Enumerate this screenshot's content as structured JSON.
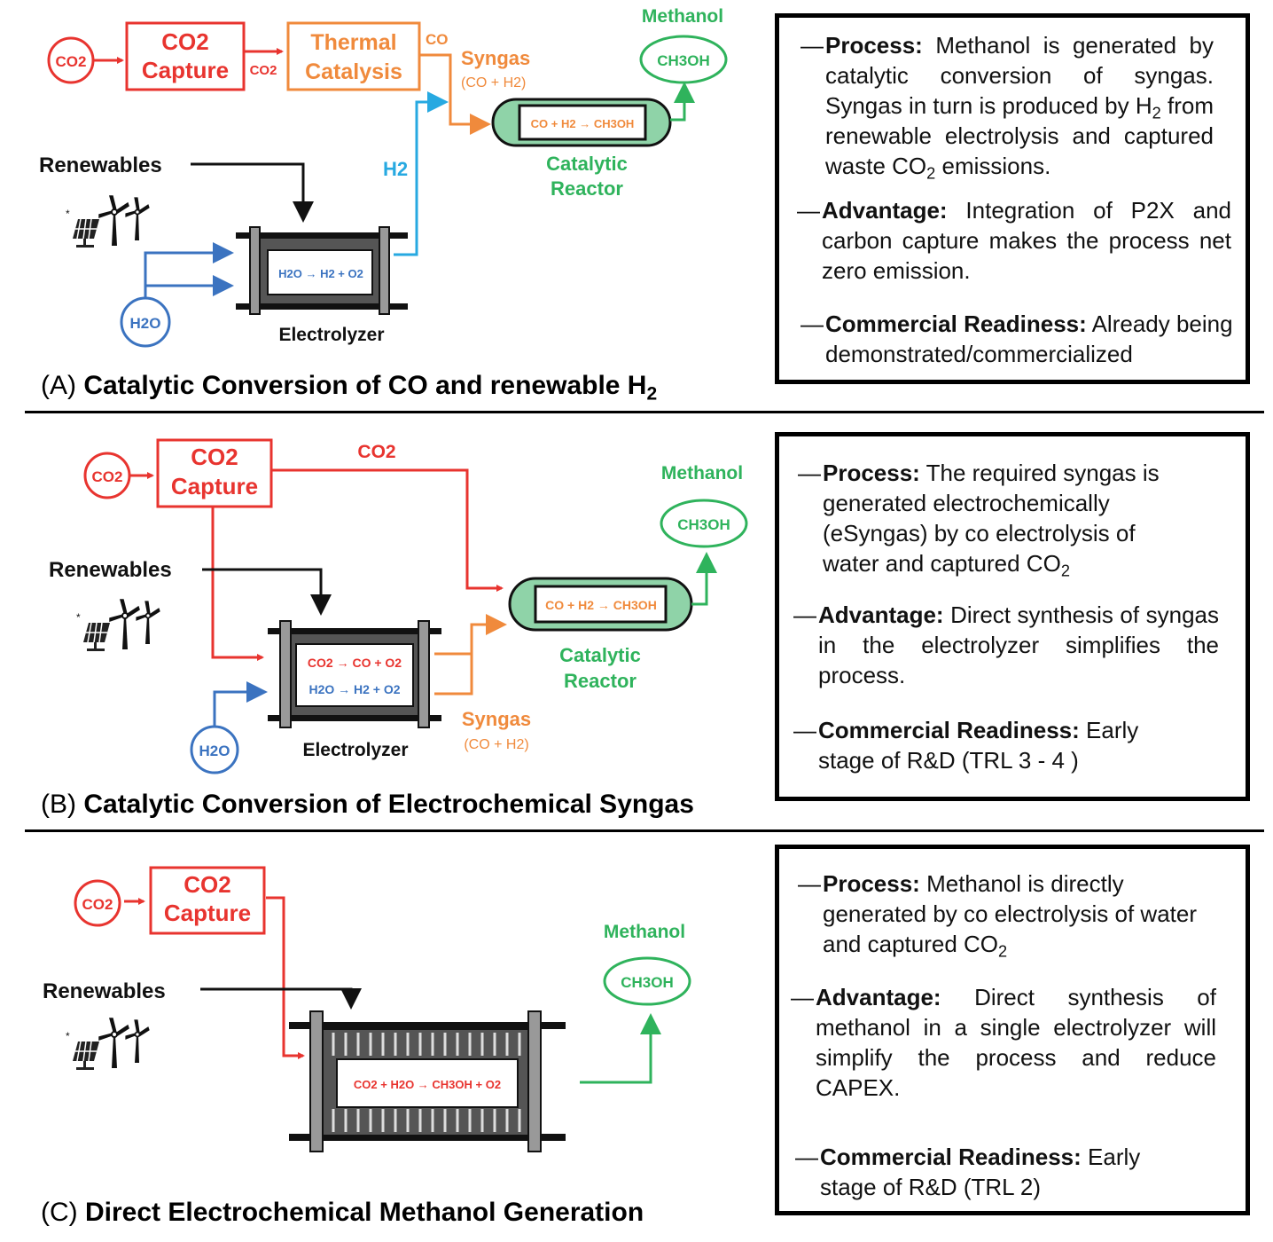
{
  "colors": {
    "co2": "#e8342f",
    "syngas": "#f08a3c",
    "h2": "#27a9e1",
    "water": "#3b73c0",
    "methanol": "#2fb35c",
    "reactor_fill": "#8fd3a8",
    "black": "#111111"
  },
  "icons": [
    "solar-panel-icon",
    "wind-turbine-icon",
    "arrow-icon"
  ],
  "panel_a": {
    "caption_prefix": "(A) ",
    "caption_main": "Catalytic Conversion of CO and renewable H",
    "caption_sub": "2",
    "co2_bubble": "CO2",
    "capture_title": "CO2",
    "capture_sub": "Capture",
    "co2_flow": "CO2",
    "thermal_1": "Thermal",
    "thermal_2": "Catalysis",
    "co_flow": "CO",
    "syngas": "Syngas",
    "syngas_comp": "(CO + H2)",
    "h2_flow": "H2",
    "reactor_eq": "CO + H2 → CH3OH",
    "reactor_1": "Catalytic",
    "reactor_2": "Reactor",
    "methanol": "Methanol",
    "methanol_formula": "CH3OH",
    "renewables": "Renewables",
    "water": "H2O",
    "electrolyzer_eq": "H2O → H2 + O2",
    "electrolyzer": "Electrolyzer",
    "box": {
      "process_label": "Process:",
      "process_text": "Methanol is generated by catalytic conversion of syngas. Syngas in turn is produced by H",
      "process_sub": "2",
      "process_text2": " from renewable electrolysis and captured waste CO",
      "process_sub2": "2",
      "process_text3": " emissions.",
      "advantage_label": "Advantage:",
      "advantage_text": "Integration of P2X and carbon capture makes the process net zero emission.",
      "readiness_label": "Commercial Readiness:",
      "readiness_text": "Already being demonstrated/commercialized"
    }
  },
  "panel_b": {
    "caption_prefix": "(B) ",
    "caption_main": "Catalytic Conversion of Electrochemical Syngas",
    "co2_bubble": "CO2",
    "capture_title": "CO2",
    "capture_sub": "Capture",
    "co2_flow": "CO2",
    "methanol": "Methanol",
    "methanol_formula": "CH3OH",
    "renewables": "Renewables",
    "reactor_eq": "CO + H2 → CH3OH",
    "reactor_1": "Catalytic",
    "reactor_2": "Reactor",
    "electrolyzer_eq1": "CO2 → CO + O2",
    "electrolyzer_eq2": "H2O → H2 + O2",
    "electrolyzer": "Electrolyzer",
    "water": "H2O",
    "syngas": "Syngas",
    "syngas_comp": "(CO + H2)",
    "box": {
      "process_label": "Process:",
      "process_text": "The required syngas is generated electrochemically (eSyngas) by co electrolysis of water and captured CO",
      "process_sub": "2",
      "advantage_label": "Advantage:",
      "advantage_text": "Direct synthesis of syngas in the electrolyzer simplifies the process.",
      "readiness_label": "Commercial Readiness:",
      "readiness_text": "Early stage of R&D (TRL 3 - 4 )"
    }
  },
  "panel_c": {
    "caption_prefix": "(C) ",
    "caption_main": "Direct Electrochemical Methanol Generation",
    "co2_bubble": "CO2",
    "capture_title": "CO2",
    "capture_sub": "Capture",
    "methanol": "Methanol",
    "methanol_formula": "CH3OH",
    "renewables": "Renewables",
    "electrolyzer_eq": "CO2 + H2O → CH3OH + O2",
    "box": {
      "process_label": "Process:",
      "process_text": "Methanol is directly generated by co electrolysis of water and captured CO",
      "process_sub": "2",
      "advantage_label": "Advantage:",
      "advantage_text": "Direct synthesis of methanol in a single electrolyzer will simplify the process and reduce CAPEX.",
      "readiness_label": "Commercial Readiness:",
      "readiness_text": "Early stage of R&D (TRL 2)"
    }
  }
}
